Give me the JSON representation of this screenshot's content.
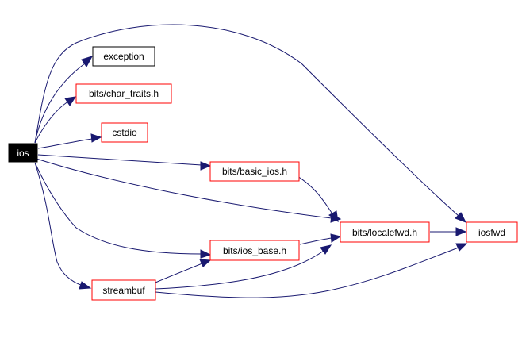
{
  "diagram": {
    "colors": {
      "edge": "#191970",
      "root_fill": "#000000",
      "root_text": "#ffffff",
      "red_border": "#ff0000",
      "black_border": "#000000",
      "node_fill": "#ffffff",
      "node_text": "#000000"
    },
    "nodes": {
      "ios": {
        "label": "ios"
      },
      "exception": {
        "label": "exception"
      },
      "char_traits": {
        "label": "bits/char_traits.h"
      },
      "cstdio": {
        "label": "cstdio"
      },
      "basic_ios": {
        "label": "bits/basic_ios.h"
      },
      "localefwd": {
        "label": "bits/localefwd.h"
      },
      "iosfwd": {
        "label": "iosfwd"
      },
      "ios_base": {
        "label": "bits/ios_base.h"
      },
      "streambuf": {
        "label": "streambuf"
      }
    },
    "edges": [
      {
        "from": "ios",
        "to": "exception"
      },
      {
        "from": "ios",
        "to": "char_traits"
      },
      {
        "from": "ios",
        "to": "cstdio"
      },
      {
        "from": "ios",
        "to": "basic_ios"
      },
      {
        "from": "ios",
        "to": "localefwd"
      },
      {
        "from": "ios",
        "to": "iosfwd"
      },
      {
        "from": "ios",
        "to": "ios_base"
      },
      {
        "from": "ios",
        "to": "streambuf"
      },
      {
        "from": "basic_ios",
        "to": "localefwd"
      },
      {
        "from": "localefwd",
        "to": "iosfwd"
      },
      {
        "from": "ios_base",
        "to": "localefwd"
      },
      {
        "from": "streambuf",
        "to": "ios_base"
      },
      {
        "from": "streambuf",
        "to": "localefwd"
      },
      {
        "from": "streambuf",
        "to": "iosfwd"
      }
    ]
  }
}
